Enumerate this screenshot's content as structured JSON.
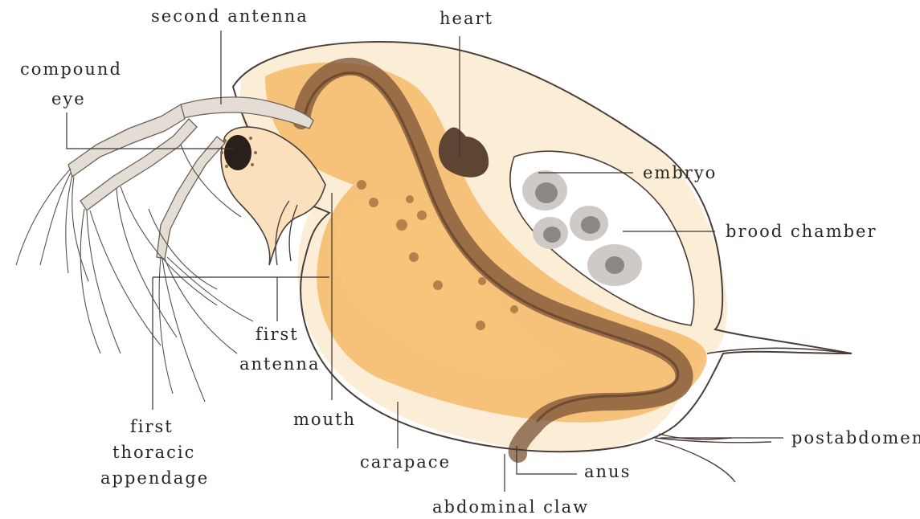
{
  "labels": {
    "second_antenna": "second antenna",
    "heart": "heart",
    "compound_eye_1": "compound",
    "compound_eye_2": "eye",
    "embryo": "embryo",
    "brood_chamber": "brood chamber",
    "first_antenna_1": "first",
    "first_antenna_2": "antenna",
    "first_thoracic_1": "first",
    "first_thoracic_2": "thoracic",
    "first_thoracic_3": "appendage",
    "mouth": "mouth",
    "carapace": "carapace",
    "anus": "anus",
    "postabdomen": "postabdomen",
    "abdominal_claw": "abdominal claw"
  },
  "colors": {
    "outline": "#4a3f38",
    "body_orange": "#f4b054",
    "light_orange": "#f9d9a8",
    "gut_brown": "#6b4a33",
    "embryo_gray": "#8d8784",
    "limb_gray": "#d9d3cc"
  }
}
